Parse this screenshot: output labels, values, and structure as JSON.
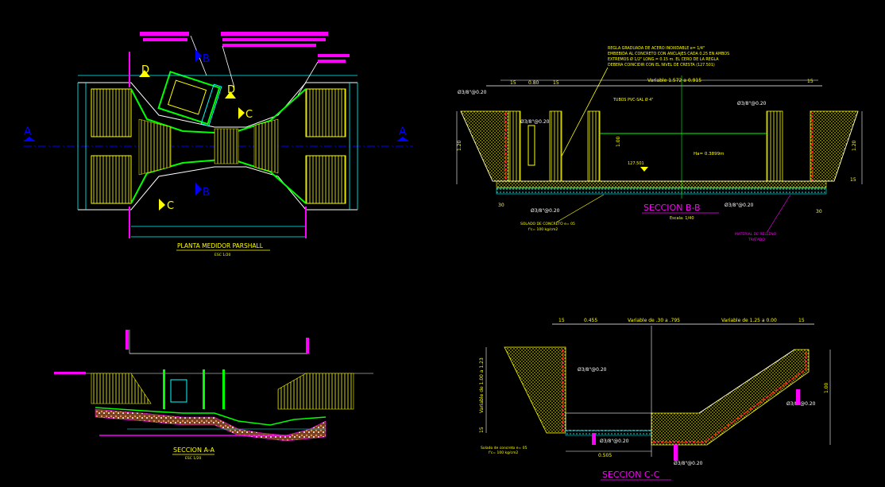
{
  "colors": {
    "background": "#000000",
    "structure": "#ffff00",
    "dimension": "#00ffff",
    "annotation": "#ff00ff",
    "axis": "#0000ff",
    "green": "#00ff00",
    "white": "#ffffff",
    "red": "#ff2020",
    "hatch": "#d08020"
  },
  "plan": {
    "title": "PLANTA MEDIDOR PARSHALL",
    "scale": "ESC 1/20",
    "markers": {
      "a_left": "A",
      "a_right": "A",
      "b_top": "B",
      "b_bottom": "B",
      "c_top": "C",
      "c_bottom": "C",
      "d_left": "D",
      "d_right": "D"
    }
  },
  "section_bb": {
    "title": "SECCION B-B",
    "scale": "Escala: 1/40",
    "note_lines": [
      "REGLA GRADUADA DE ACERO INOXIDABLE e= 1/4\"",
      "EMBEBIDA AL CONCRETO CON ANCLAJES CADA 0.25 EN AMBOS",
      "EXTREMOS Ø 1/2\" LONG.= 0.15 m. EL CERO DE LA REGLA",
      "DEBERA COINCIDIR CON EL NIVEL DE CRESTA (127.501)"
    ],
    "dims": {
      "d15_left": "15",
      "d080": "0.80",
      "d15_mid": "15",
      "variable": "Variable 1.572 a 0.915",
      "d15_right": "15",
      "h120": "1.20",
      "h100": "1.00",
      "h120_right": "1.20",
      "d30_left": "30",
      "d30_right": "30",
      "d15_base": "15"
    },
    "rebar": {
      "top_left": "Ø3/8\"@0.20",
      "mid_left": "Ø3/8\"@0.20",
      "top_right": "Ø3/8\"@0.20",
      "bottom_left": "Ø3/8\"@0.20",
      "bottom_right": "Ø3/8\"@0.20"
    },
    "tubos": "TUBOS PVC-SAL Ø 4\"",
    "ha": "Ha= 0.3899m",
    "level": "127.501",
    "solado_1": "SOLADO DE CONCRETO e= 05",
    "solado_2": "f'c= 100 kg/cm2",
    "material_1": "MATERIAL DE RELLENO",
    "material_2": "TRATADO"
  },
  "section_aa": {
    "title": "SECCION A-A",
    "scale": "ESC 1/20"
  },
  "section_cc": {
    "title": "SECCION C-C",
    "dims": {
      "d15_left": "15",
      "d0455": "0.455",
      "var_a": "Variable de .30 a .795",
      "var_b": "Variable de 1.25 a 0.00",
      "d15_right": "15",
      "h_left": "Variable de 1.00 a 1.23",
      "h_right": "1.00",
      "d15_lv": "15",
      "d0505": "0.505"
    },
    "rebar": {
      "r1": "Ø3/8\"@0.20",
      "r2": "Ø3/8\"@0.20",
      "r3": "Ø3/8\"@0.20",
      "r4": "Ø3/8\"@0.20"
    },
    "solado_1": "Solado de concreto e= 05",
    "solado_2": "f'c= 100 kg/cm2"
  }
}
